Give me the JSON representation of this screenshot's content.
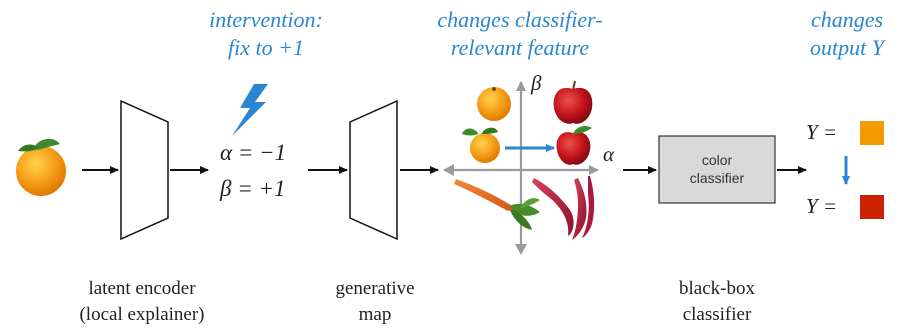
{
  "annotations": {
    "intervention_line1": "intervention:",
    "intervention_line2": "fix to +1",
    "changes_feature_line1": "changes classifier-",
    "changes_feature_line2": "relevant feature",
    "changes_output_line1": "changes",
    "changes_output_line2": "output Y"
  },
  "latent": {
    "alpha_label": "α = −1",
    "beta_label": "β = +1"
  },
  "axes": {
    "x_label": "α",
    "y_label": "β"
  },
  "classifier_box": {
    "line1": "color",
    "line2": "classifier"
  },
  "outputs": {
    "y_before": "Y =",
    "y_after": "Y =",
    "color_before": "#f39a00",
    "color_after": "#cc2200"
  },
  "captions": {
    "encoder_line1": "latent encoder",
    "encoder_line2": "(local explainer)",
    "generative_line1": "generative",
    "generative_line2": "map",
    "blackbox_line1": "black-box",
    "blackbox_line2": "classifier"
  },
  "colors": {
    "accent_blue": "#2a86d1",
    "box_fill": "#d9d9d9",
    "axis_gray": "#9a9a9a"
  }
}
